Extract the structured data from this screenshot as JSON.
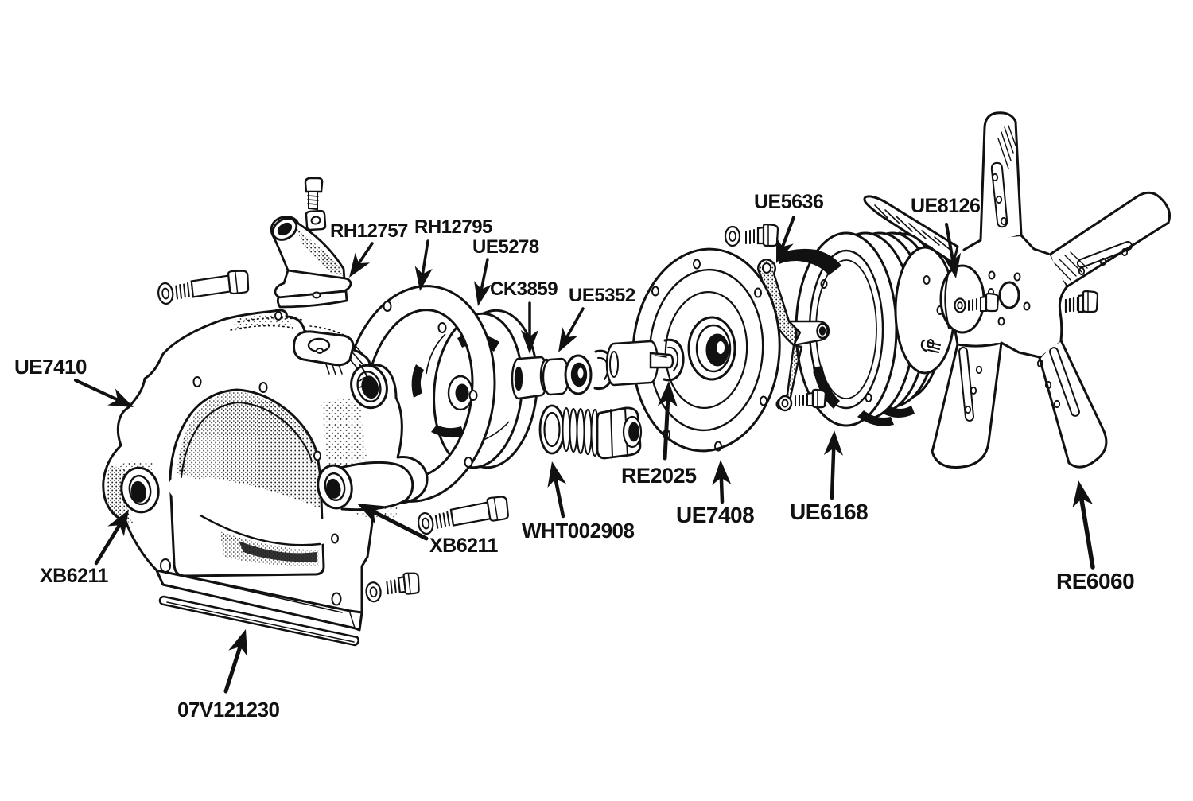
{
  "figure": {
    "background_color": "#ffffff",
    "ink_color": "#111111",
    "type": "exploded-parts-diagram"
  },
  "parts": [
    {
      "label": "RH12757"
    },
    {
      "label": "RH12795"
    },
    {
      "label": "UE5278"
    },
    {
      "label": "CK3859"
    },
    {
      "label": "UE5352"
    },
    {
      "label": "UE5636"
    },
    {
      "label": "UE8126"
    },
    {
      "label": "UE7410"
    },
    {
      "label": "RE2025"
    },
    {
      "label": "UE7408"
    },
    {
      "label": "UE6168"
    },
    {
      "label": "RE6060"
    },
    {
      "label": "WHT002908"
    },
    {
      "label": "XB6211"
    },
    {
      "label": "XB6211"
    },
    {
      "label": "07V121230"
    }
  ]
}
